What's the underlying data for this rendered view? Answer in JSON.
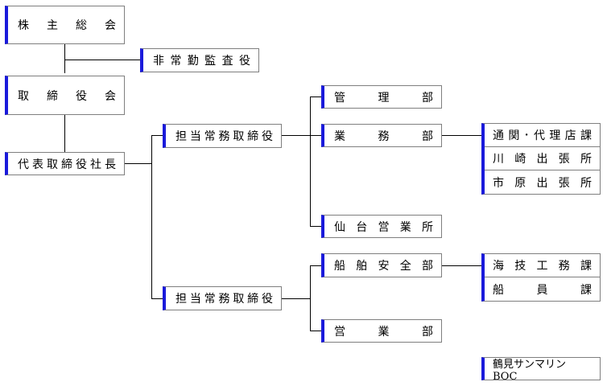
{
  "nodes": {
    "shareholders": "株主総会",
    "auditor": "非常勤監査役",
    "board": "取締役会",
    "president": "代表取締役社長",
    "director_a": "担当常務取締役",
    "director_b": "担当常務取締役",
    "admin": "管理部",
    "business": "業務部",
    "sendai": "仙台営業所",
    "ship_safety": "船舶安全部",
    "sales": "営業部",
    "boc": "鶴見サンマリン BOC"
  },
  "business_sub": [
    "通関･代理店課",
    "川崎出張所",
    "市原出張所"
  ],
  "safety_sub": [
    "海技工務課",
    "船員課"
  ]
}
